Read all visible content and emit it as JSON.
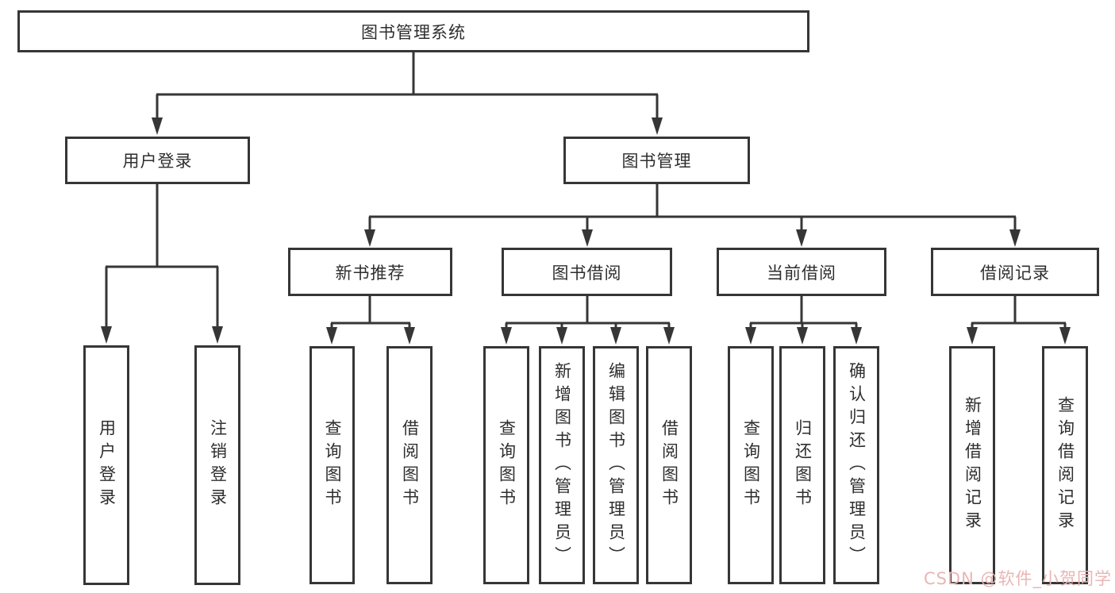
{
  "diagram": {
    "root": {
      "label": "图书管理系统"
    },
    "branches": {
      "user_login": {
        "label": "用户登录"
      },
      "book_management": {
        "label": "图书管理"
      }
    },
    "modules": {
      "new_book_recommend": {
        "label": "新书推荐"
      },
      "book_borrow": {
        "label": "图书借阅"
      },
      "current_borrow": {
        "label": "当前借阅"
      },
      "borrow_records": {
        "label": "借阅记录"
      }
    },
    "leaves": {
      "user_login": [
        "用户登录",
        "注销登录"
      ],
      "new_book_recommend": [
        "查询图书",
        "借阅图书"
      ],
      "book_borrow": [
        "查询图书",
        "新增图书（管理员）",
        "编辑图书（管理员）",
        "借阅图书"
      ],
      "current_borrow": [
        "查询图书",
        "归还图书",
        "确认归还（管理员）"
      ],
      "borrow_records": [
        "新增借阅记录",
        "查询借阅记录"
      ]
    }
  },
  "colors": {
    "line": "#363636",
    "text": "#2e2e2e",
    "watermark": "#eab5b5",
    "background": "#ffffff"
  },
  "watermark": {
    "text": "CSDN @软件_小贺同学"
  }
}
